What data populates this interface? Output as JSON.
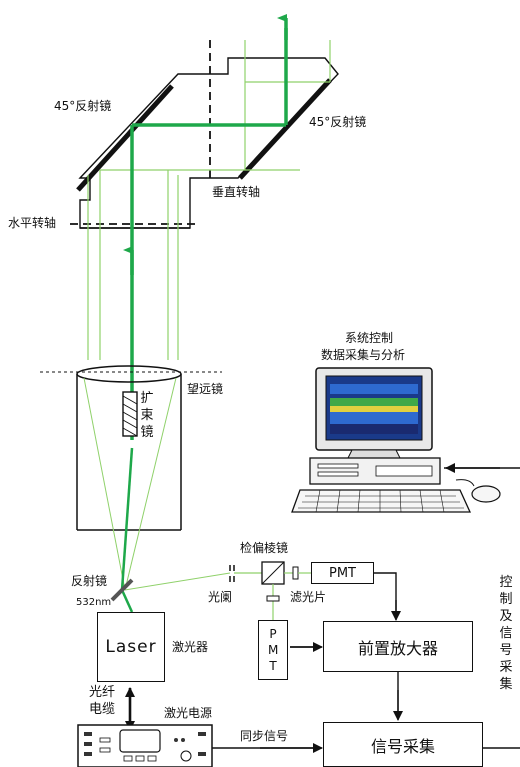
{
  "colors": {
    "beam_main": "#1ea84a",
    "beam_light": "#8fd16a",
    "line": "#111111"
  },
  "labels": {
    "mirror_left": "45°反射镜",
    "mirror_right": "45°反射镜",
    "vertical_axis": "垂直转轴",
    "horizontal_axis": "水平转轴",
    "telescope": "望远镜",
    "beam_expander": "扩束镜",
    "system_control": "系统控制",
    "data_acq": "数据采集与分析",
    "reflector": "反射镜",
    "wavelength": "532nm",
    "polarizer_prism": "检偏棱镜",
    "aperture": "光阑",
    "filter": "滤光片",
    "pmt_top": "PMT",
    "pmt_vertical": "PMT",
    "preamp": "前置放大器",
    "laser": "Laser",
    "laser_cn": "激光器",
    "fiber_cable": "光纤电缆",
    "laser_power": "激光电源",
    "sync_signal": "同步信号",
    "signal_acq": "信号采集",
    "control_acq": "控制及信号采集"
  },
  "icons": [
    "computer-icon",
    "mouse-icon",
    "keyboard-icon",
    "laser-power-supply-icon",
    "polarizer-prism-icon"
  ]
}
